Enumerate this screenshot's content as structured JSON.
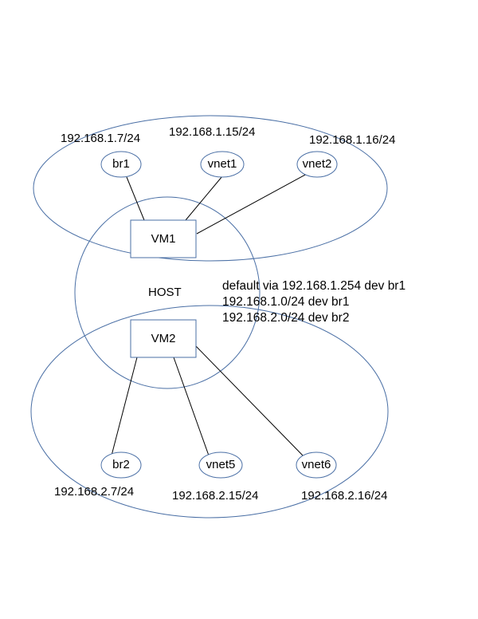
{
  "diagram": {
    "host_label": "HOST",
    "vm1": {
      "label": "VM1",
      "interfaces": [
        {
          "name": "br1",
          "ip": "192.168.1.7/24"
        },
        {
          "name": "vnet1",
          "ip": "192.168.1.15/24"
        },
        {
          "name": "vnet2",
          "ip": "192.168.1.16/24"
        }
      ]
    },
    "vm2": {
      "label": "VM2",
      "interfaces": [
        {
          "name": "br2",
          "ip": "192.168.2.7/24"
        },
        {
          "name": "vnet5",
          "ip": "192.168.2.15/24"
        },
        {
          "name": "vnet6",
          "ip": "192.168.2.16/24"
        }
      ]
    },
    "routes": [
      "default via 192.168.1.254 dev br1",
      "192.168.1.0/24 dev br1",
      "192.168.2.0/24 dev br2"
    ],
    "colors": {
      "ellipse_stroke": "#4a6fa5",
      "line": "#000000",
      "box_stroke": "#4a6fa5"
    }
  }
}
